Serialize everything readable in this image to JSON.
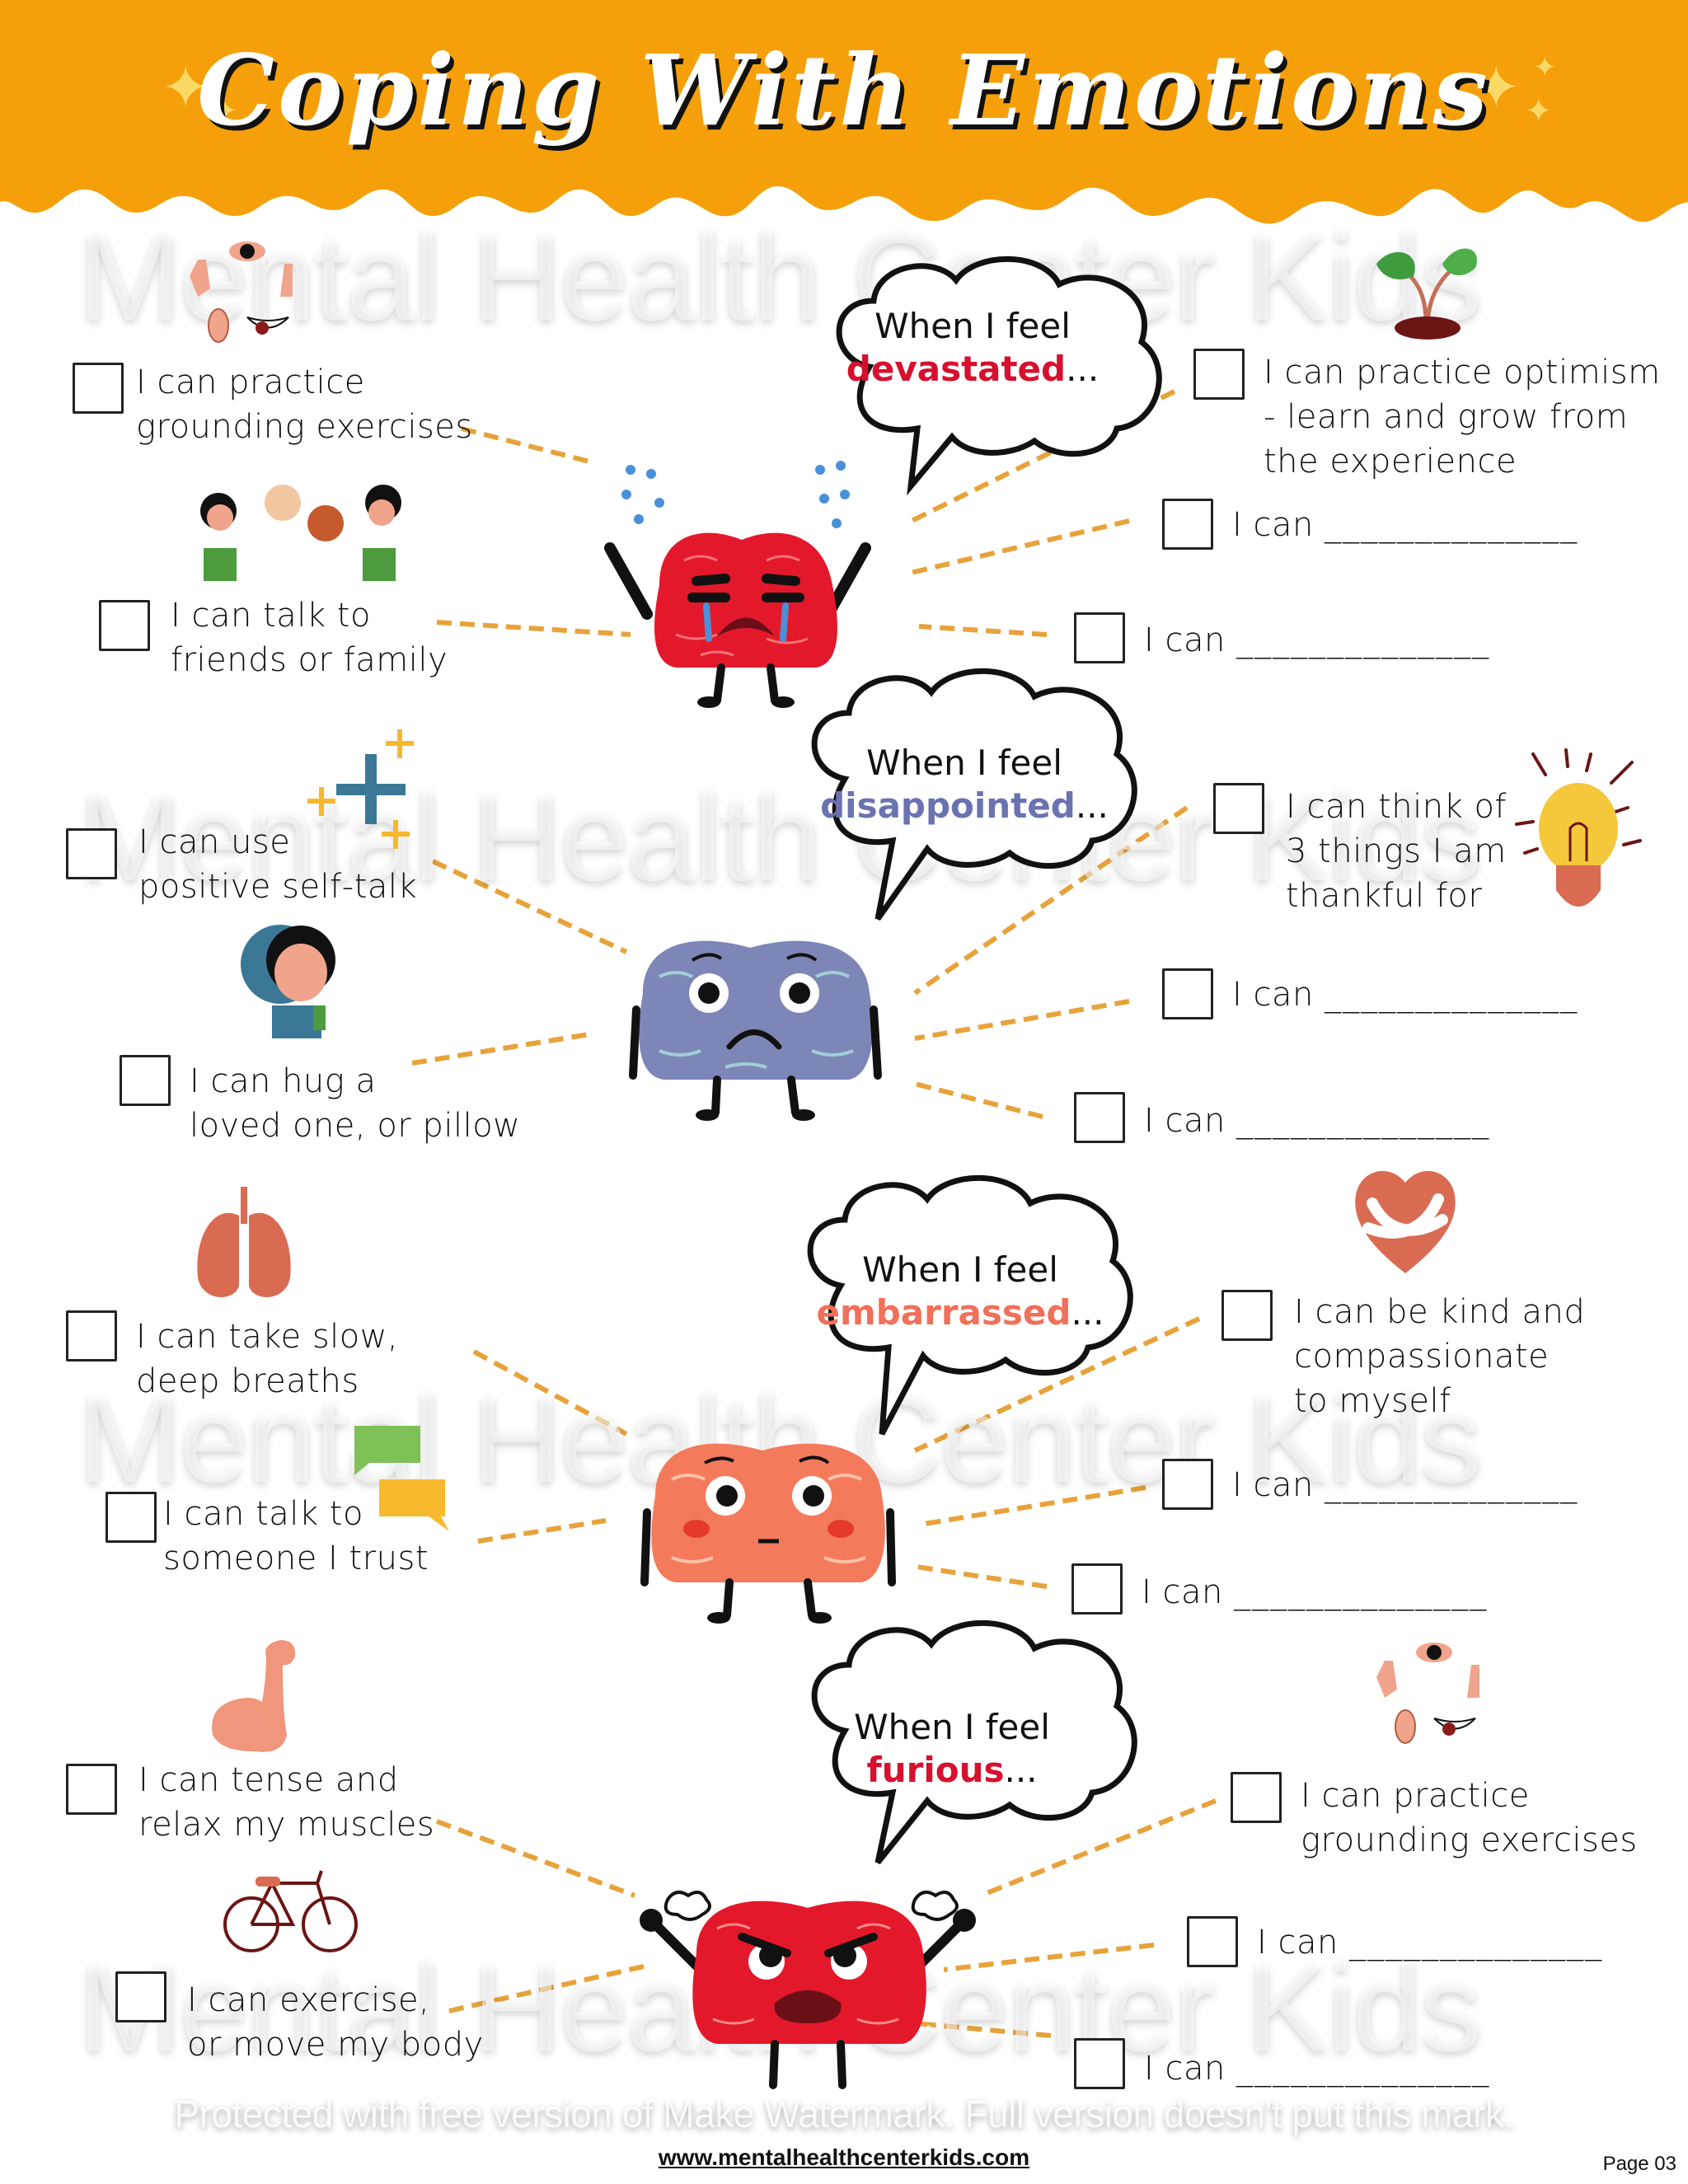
{
  "header": {
    "title": "Coping With Emotions",
    "background_color": "#f5a00a",
    "sparkle_color": "#fbd966",
    "sparkle_glyph": "✦"
  },
  "watermark": {
    "text": "Mental Health Center Kids",
    "notice": "Protected with free version of Make Watermark. Full version doesn't put this mark."
  },
  "sections": [
    {
      "bubble": {
        "prefix": "When I feel",
        "emotion": "devastated",
        "suffix": "...",
        "emotion_color": "#d6102e"
      },
      "brain": {
        "color": "#e3192b",
        "expression": "crying"
      },
      "left_items": [
        {
          "label": "I can practice\ngrounding exercises",
          "icon": "five-senses-icon",
          "checked": false
        },
        {
          "label": "I can talk to\nfriends or family",
          "icon": "people-talking-icon",
          "checked": false
        }
      ],
      "right_items": [
        {
          "label": "I can practice optimism\n- learn and grow from\nthe experience",
          "icon": "sprout-icon",
          "checked": false
        },
        {
          "label": "I can",
          "blank": "______________",
          "checked": false
        },
        {
          "label": "I can",
          "blank": "______________",
          "checked": false
        }
      ]
    },
    {
      "bubble": {
        "prefix": "When I feel",
        "emotion": "disappointed",
        "suffix": "...",
        "emotion_color": "#6a72b0"
      },
      "brain": {
        "color": "#7e86b8",
        "expression": "sad"
      },
      "left_items": [
        {
          "label": "I can use\npositive self-talk",
          "icon": "plus-signs-icon",
          "checked": false
        },
        {
          "label": "I can hug a\nloved one, or pillow",
          "icon": "girl-hugging-icon",
          "checked": false
        }
      ],
      "right_items": [
        {
          "label": "I can think of\n3 things I am\nthankful for",
          "icon": "light-bulb-icon",
          "checked": false
        },
        {
          "label": "I can",
          "blank": "______________",
          "checked": false
        },
        {
          "label": "I can",
          "blank": "______________",
          "checked": false
        }
      ]
    },
    {
      "bubble": {
        "prefix": "When I feel",
        "emotion": "embarrassed",
        "suffix": "...",
        "emotion_color": "#f0705a"
      },
      "brain": {
        "color": "#f47a5c",
        "expression": "embarrassed"
      },
      "left_items": [
        {
          "label": "I can take slow,\ndeep breaths",
          "icon": "lungs-icon",
          "checked": false
        },
        {
          "label": "I can talk to\nsomeone I trust",
          "icon": "chat-bubbles-icon",
          "checked": false
        }
      ],
      "right_items": [
        {
          "label": "I can be kind and\ncompassionate\nto myself",
          "icon": "heart-hug-icon",
          "checked": false
        },
        {
          "label": "I can",
          "blank": "______________",
          "checked": false
        },
        {
          "label": "I can",
          "blank": "______________",
          "checked": false
        }
      ]
    },
    {
      "bubble": {
        "prefix": "When I feel",
        "emotion": "furious",
        "suffix": "...",
        "emotion_color": "#d6102e"
      },
      "brain": {
        "color": "#e3192b",
        "expression": "angry"
      },
      "left_items": [
        {
          "label": "I can tense and\nrelax my muscles",
          "icon": "flexed-arm-icon",
          "checked": false
        },
        {
          "label": "I can exercise,\nor move my body",
          "icon": "bicycle-icon",
          "checked": false
        }
      ],
      "right_items": [
        {
          "label": "I can practice\ngrounding exercises",
          "icon": "five-senses-icon",
          "checked": false
        },
        {
          "label": "I can",
          "blank": "______________",
          "checked": false
        },
        {
          "label": "I can",
          "blank": "______________",
          "checked": false
        }
      ]
    }
  ],
  "colors": {
    "dash_line": "#e8a23a",
    "text": "#111111"
  },
  "footer": {
    "url": "www.mentalhealthcenterkids.com",
    "page": "Page 03"
  }
}
